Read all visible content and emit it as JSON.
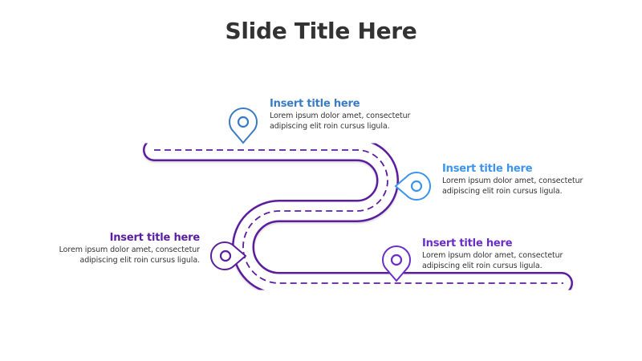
{
  "slide": {
    "title": "Slide Title Here"
  },
  "colors": {
    "road": "#5B1E9E",
    "dash": "#5B1E9E",
    "pin1": "#3A7CC4",
    "pin2": "#3D94EE",
    "pin3": "#5B1E9E",
    "pin4": "#6A2EC8",
    "text": "#333333"
  },
  "callouts": [
    {
      "title": "Insert title here",
      "body_line1": "Lorem ipsum dolor amet, consectetur",
      "body_line2": "adipiscing elit roin cursus ligula.",
      "color": "#3A7CC4",
      "icon": "map-pin-icon"
    },
    {
      "title": "Insert title here",
      "body_line1": "Lorem ipsum dolor amet, consectetur",
      "body_line2": "adipiscing elit roin cursus ligula.",
      "color": "#3D94EE",
      "icon": "map-pin-icon"
    },
    {
      "title": "Insert title here",
      "body_line1": "Lorem ipsum dolor amet, consectetur",
      "body_line2": "adipiscing elit roin cursus ligula.",
      "color": "#5B1E9E",
      "icon": "map-pin-icon"
    },
    {
      "title": "Insert title here",
      "body_line1": "Lorem ipsum dolor amet, consectetur",
      "body_line2": "adipiscing elit roin cursus ligula.",
      "color": "#6A2EC8",
      "icon": "map-pin-icon"
    }
  ]
}
